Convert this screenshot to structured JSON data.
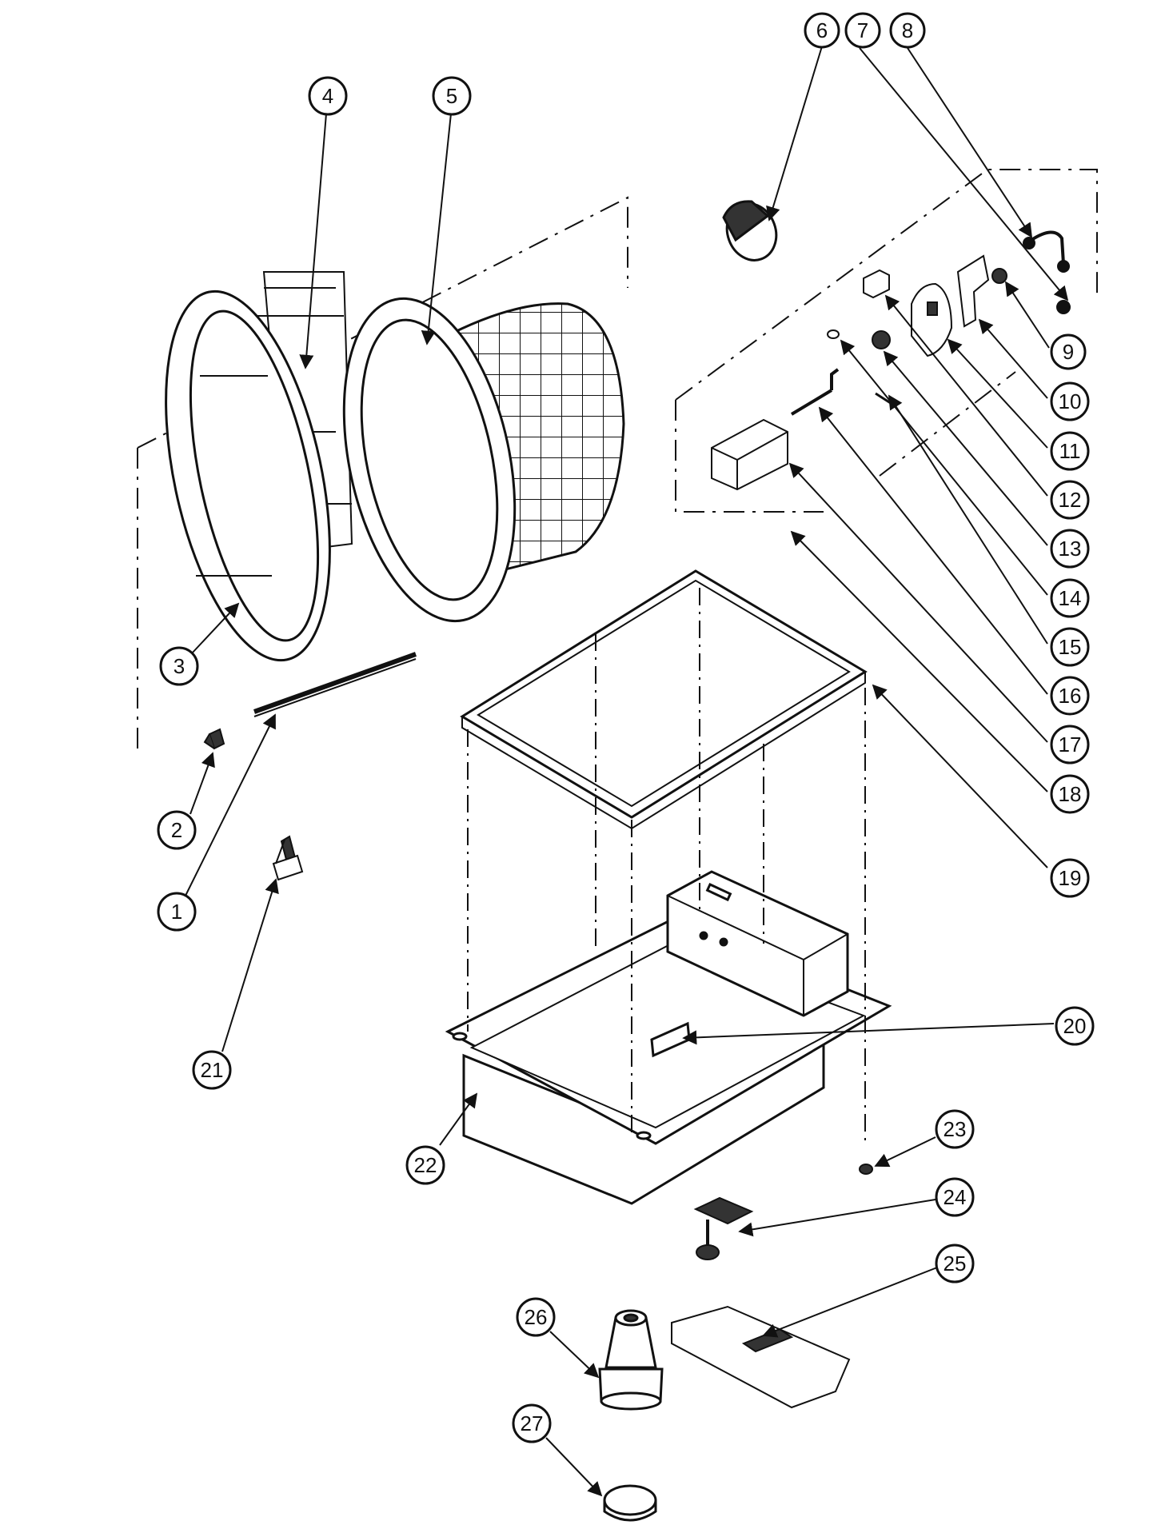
{
  "diagram": {
    "callouts": [
      {
        "id": "c1",
        "label": "1"
      },
      {
        "id": "c2",
        "label": "2"
      },
      {
        "id": "c3",
        "label": "3"
      },
      {
        "id": "c4",
        "label": "4"
      },
      {
        "id": "c5",
        "label": "5"
      },
      {
        "id": "c6",
        "label": "6"
      },
      {
        "id": "c7",
        "label": "7"
      },
      {
        "id": "c8",
        "label": "8"
      },
      {
        "id": "c9",
        "label": "9"
      },
      {
        "id": "c10",
        "label": "10"
      },
      {
        "id": "c11",
        "label": "11"
      },
      {
        "id": "c12",
        "label": "12"
      },
      {
        "id": "c13",
        "label": "13"
      },
      {
        "id": "c14",
        "label": "14"
      },
      {
        "id": "c15",
        "label": "15"
      },
      {
        "id": "c16",
        "label": "16"
      },
      {
        "id": "c17",
        "label": "17"
      },
      {
        "id": "c18",
        "label": "18"
      },
      {
        "id": "c19",
        "label": "19"
      },
      {
        "id": "c20",
        "label": "20"
      },
      {
        "id": "c21",
        "label": "21"
      },
      {
        "id": "c22",
        "label": "22"
      },
      {
        "id": "c23",
        "label": "23"
      },
      {
        "id": "c24",
        "label": "24"
      },
      {
        "id": "c25",
        "label": "25"
      },
      {
        "id": "c26",
        "label": "26"
      },
      {
        "id": "c27",
        "label": "27"
      }
    ],
    "colors": {
      "line": "#111111",
      "background": "#ffffff",
      "part_fill": "#ffffff",
      "dark_fill": "#222222"
    }
  }
}
